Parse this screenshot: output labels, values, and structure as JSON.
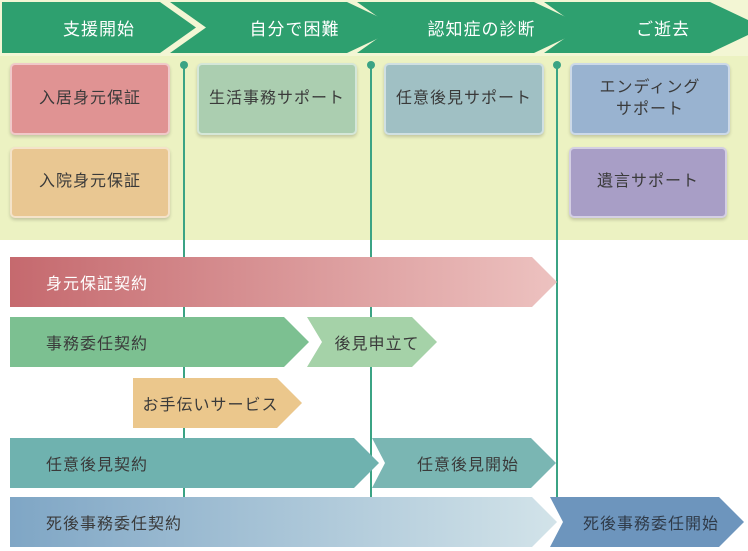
{
  "stages": [
    {
      "label": "支援開始"
    },
    {
      "label": "自分で困難"
    },
    {
      "label": "認知症の診断"
    },
    {
      "label": "ご逝去"
    }
  ],
  "services": [
    {
      "label": "入居身元保証",
      "color": "#e09393"
    },
    {
      "label": "入院身元保証",
      "color": "#e9c792"
    },
    {
      "label": "生活事務サポート",
      "color": "#abceb0"
    },
    {
      "label": "任意後見サポート",
      "color": "#a0c0c4"
    },
    {
      "lines": [
        "エンディング",
        "サポート"
      ],
      "color": "#99b3d0"
    },
    {
      "label": "遺言サポート",
      "color": "#a89ec6"
    }
  ],
  "bars": [
    {
      "label": "身元保証契約",
      "color_start": "#c5696e",
      "color_end": "#edc2c0",
      "text_color": "#ffffff"
    },
    {
      "label": "事務委任契約",
      "color": "#7cc091"
    },
    {
      "label": "後見申立て",
      "color": "#a5d2a8"
    },
    {
      "label": "お手伝いサービス",
      "color": "#ebc78c"
    },
    {
      "label": "任意後見契約",
      "color": "#6fb2af"
    },
    {
      "label": "任意後見開始",
      "color": "#7ab6b3"
    },
    {
      "label": "死後事務委任契約",
      "color_start": "#7fa6c5",
      "color_end": "#d2e3e9"
    },
    {
      "label": "死後事務委任開始",
      "color": "#6d95bd"
    }
  ],
  "palette": {
    "stage_green": "#2ea06f",
    "panel_background": "#ecf2c2",
    "header_background": "#f3f6d4",
    "guide_line_teal": "#3ba384",
    "text_dark": "#3a3a3a",
    "text_white": "#ffffff"
  }
}
